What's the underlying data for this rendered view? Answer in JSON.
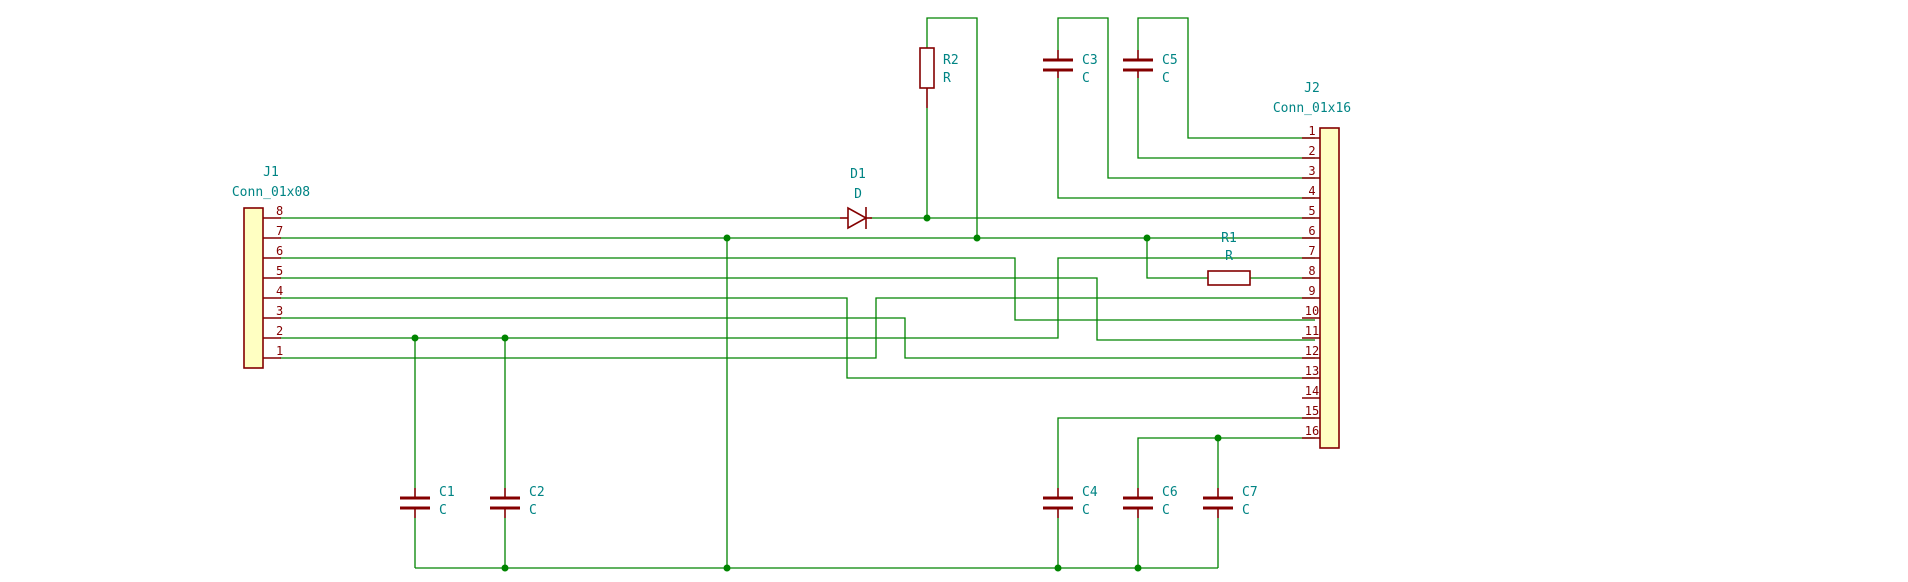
{
  "connectors": {
    "j1": {
      "ref": "J1",
      "value": "Conn_01x08",
      "pins": [
        "8",
        "7",
        "6",
        "5",
        "4",
        "3",
        "2",
        "1"
      ]
    },
    "j2": {
      "ref": "J2",
      "value": "Conn_01x16",
      "pins": [
        "1",
        "2",
        "3",
        "4",
        "5",
        "6",
        "7",
        "8",
        "9",
        "10",
        "11",
        "12",
        "13",
        "14",
        "15",
        "16"
      ]
    }
  },
  "components": {
    "d1": {
      "ref": "D1",
      "value": "D"
    },
    "r1": {
      "ref": "R1",
      "value": "R"
    },
    "r2": {
      "ref": "R2",
      "value": "R"
    },
    "c1": {
      "ref": "C1",
      "value": "C"
    },
    "c2": {
      "ref": "C2",
      "value": "C"
    },
    "c3": {
      "ref": "C3",
      "value": "C"
    },
    "c4": {
      "ref": "C4",
      "value": "C"
    },
    "c5": {
      "ref": "C5",
      "value": "C"
    },
    "c6": {
      "ref": "C6",
      "value": "C"
    },
    "c7": {
      "ref": "C7",
      "value": "C"
    }
  },
  "colors": {
    "wire": "#008400",
    "component": "#840000",
    "connector_fill": "#ffffc2",
    "label": "#008484"
  }
}
